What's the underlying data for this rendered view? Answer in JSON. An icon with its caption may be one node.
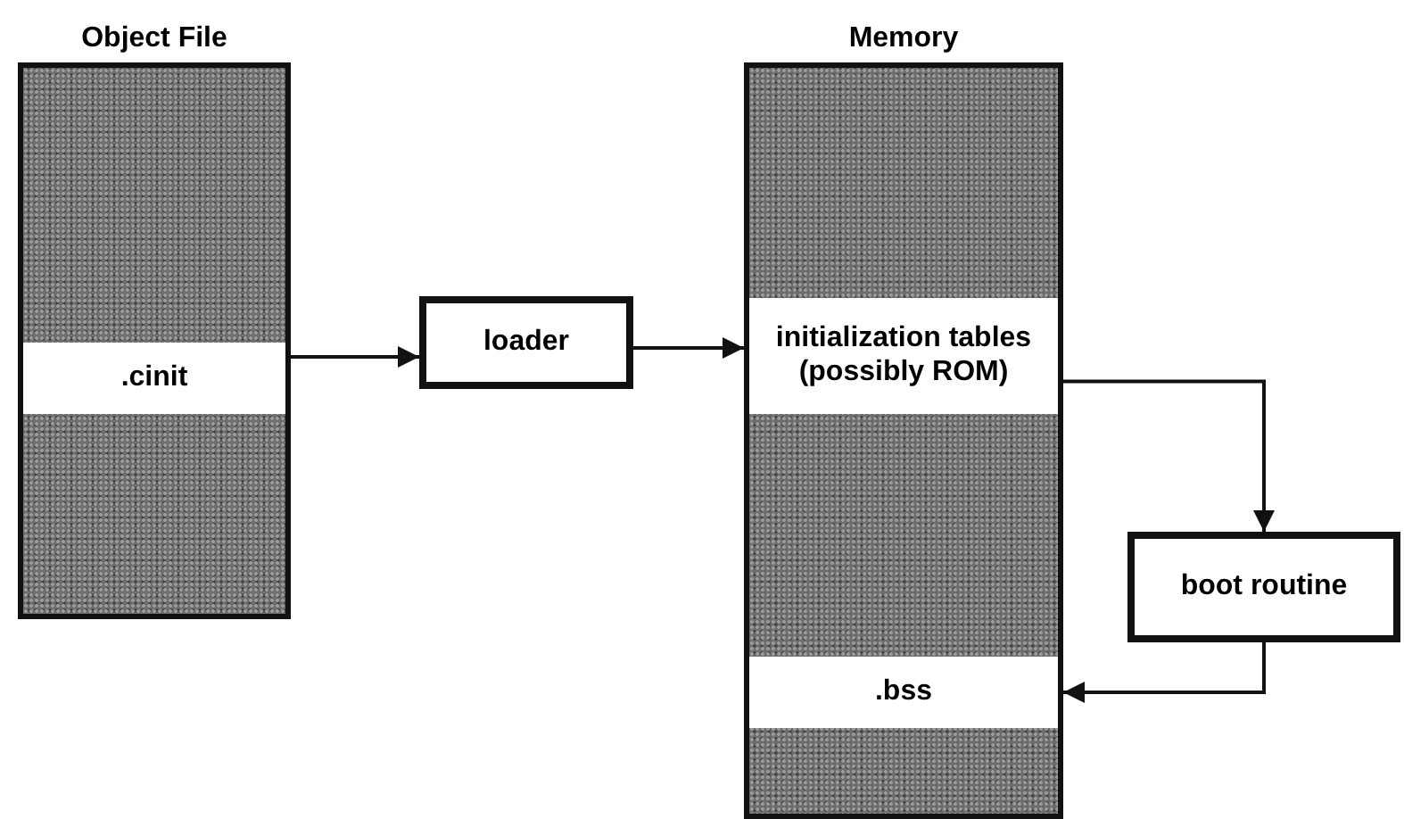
{
  "diagram": {
    "nodes": [
      {
        "text": [
          "Object File"
        ]
      },
      {
        "text": [
          ".cinit"
        ],
        "in": 0
      },
      {
        "text": [
          "loader"
        ]
      },
      {
        "text": [
          "Memory"
        ]
      },
      {
        "text": [
          "initialization tables (possibly ROM)"
        ],
        "in": 3
      },
      {
        "text": [
          "boot routine"
        ]
      },
      {
        "text": [
          ".bss"
        ],
        "in": 3
      }
    ],
    "edges": [
      {
        "from": 1,
        "to": 2,
        "arrow": "to"
      },
      {
        "from": 2,
        "to": 4,
        "arrow": "to"
      },
      {
        "from": 4,
        "to": 5,
        "arrow": "to"
      },
      {
        "from": 5,
        "to": 6,
        "arrow": "to"
      }
    ]
  }
}
